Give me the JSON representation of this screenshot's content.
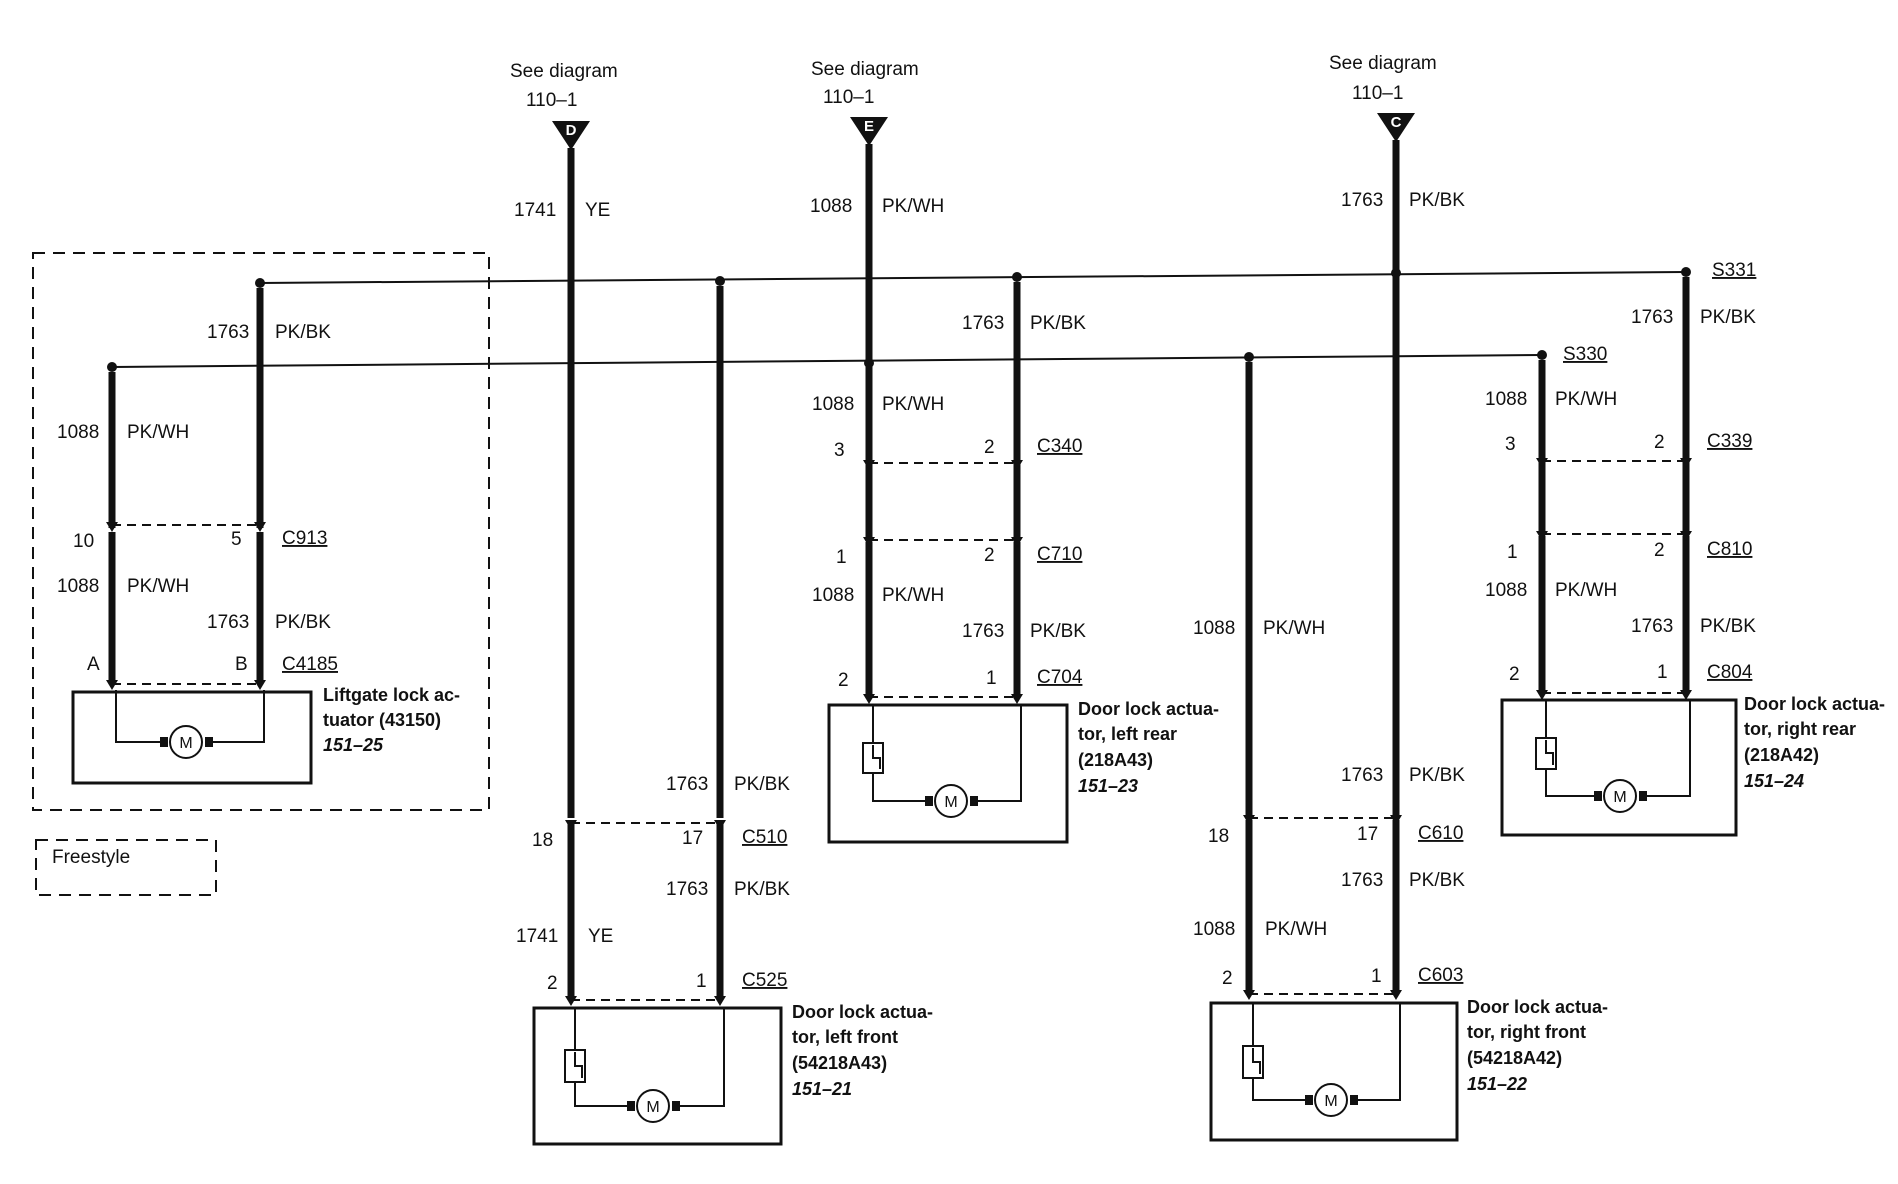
{
  "refs": [
    {
      "see": "See diagram",
      "num": "110–1",
      "letter": "D"
    },
    {
      "see": "See diagram",
      "num": "110–1",
      "letter": "E"
    },
    {
      "see": "See diagram",
      "num": "110–1",
      "letter": "C"
    }
  ],
  "splices": {
    "s331": "S331",
    "s330": "S330"
  },
  "connectors": {
    "c913": "C913",
    "c4185": "C4185",
    "c510": "C510",
    "c525": "C525",
    "c340": "C340",
    "c710": "C710",
    "c704": "C704",
    "c610": "C610",
    "c603": "C603",
    "c339": "C339",
    "c810": "C810",
    "c804": "C804"
  },
  "wires": {
    "c1741": "1741",
    "ye": "YE",
    "c1088": "1088",
    "pkwh": "PK/WH",
    "c1763": "1763",
    "pkbk": "PK/BK"
  },
  "pins": {
    "p10": "10",
    "p5": "5",
    "pA": "A",
    "pB": "B",
    "p18": "18",
    "p17": "17",
    "p2": "2",
    "p1": "1",
    "p3": "3"
  },
  "motor_label": "M",
  "freestyle": "Freestyle",
  "components": {
    "liftgate": {
      "l1": "Liftgate lock ac-",
      "l2": "tuator (43150)",
      "l3": "151–25"
    },
    "left_front": {
      "l1": "Door lock actua-",
      "l2": "tor, left front",
      "l3": "(54218A43)",
      "l4": "151–21"
    },
    "left_rear": {
      "l1": "Door lock actua-",
      "l2": "tor, left rear",
      "l3": "(218A43)",
      "l4": "151–23"
    },
    "right_front": {
      "l1": "Door lock actua-",
      "l2": "tor, right front",
      "l3": "(54218A42)",
      "l4": "151–22"
    },
    "right_rear": {
      "l1": "Door lock actua-",
      "l2": "tor, right rear",
      "l3": "(218A42)",
      "l4": "151–24"
    }
  }
}
